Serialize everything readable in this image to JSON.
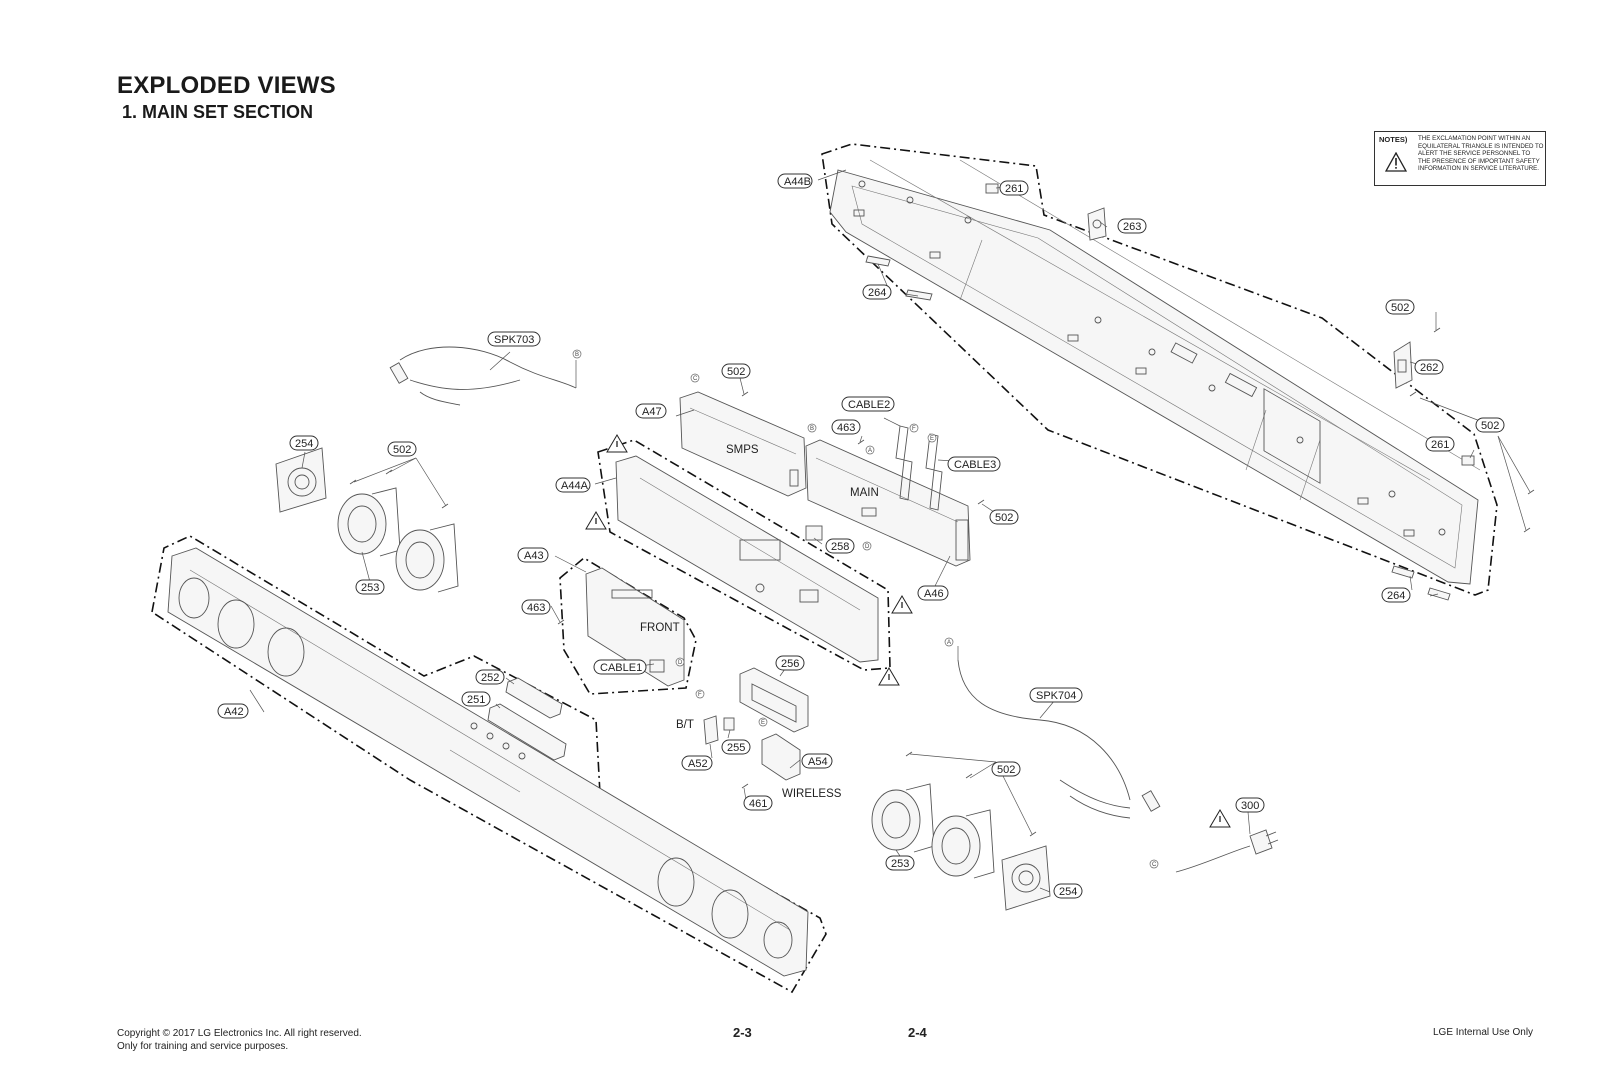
{
  "header": {
    "title": "EXPLODED VIEWS",
    "subtitle": "1. MAIN SET SECTION"
  },
  "notes": {
    "heading": "NOTES)",
    "text": "THE EXCLAMATION POINT WITHIN AN EQUILATERAL TRIANGLE IS INTENDED TO ALERT THE SERVICE PERSONNEL TO THE PRESENCE OF IMPORTANT SAFETY INFORMATION IN SERVICE LITERATURE.",
    "icon": "warning-triangle-icon"
  },
  "callouts": {
    "a44b": "A44B",
    "p261a": "261",
    "p263": "263",
    "p264a": "264",
    "p502a": "502",
    "p262": "262",
    "p502b": "502",
    "p261b": "261",
    "p264b": "264",
    "spk703": "SPK703",
    "p502c": "502",
    "a47": "A47",
    "cable2": "CABLE2",
    "p463a": "463",
    "cable3": "CABLE3",
    "p502d": "502",
    "p254a": "254",
    "p502e": "502",
    "a44a": "A44A",
    "p258": "258",
    "a46": "A46",
    "a43": "A43",
    "p253a": "253",
    "p463b": "463",
    "cable1": "CABLE1",
    "p256": "256",
    "p252": "252",
    "p251": "251",
    "a42": "A42",
    "spk704": "SPK704",
    "p255": "255",
    "a52": "A52",
    "a54": "A54",
    "p502f": "502",
    "p461": "461",
    "p300": "300",
    "p253b": "253",
    "p254b": "254"
  },
  "labels": {
    "smps": "SMPS",
    "main": "MAIN",
    "front": "FRONT",
    "bt": "B/T",
    "wireless": "WIRELESS"
  },
  "connector_letters": [
    "A",
    "B",
    "C",
    "D",
    "E",
    "F"
  ],
  "footer": {
    "copyright_line1": "Copyright © 2017 LG Electronics Inc. All right reserved.",
    "copyright_line2": "Only for training and service purposes.",
    "page_left": "2-3",
    "page_right": "2-4",
    "internal": "LGE Internal Use Only"
  }
}
